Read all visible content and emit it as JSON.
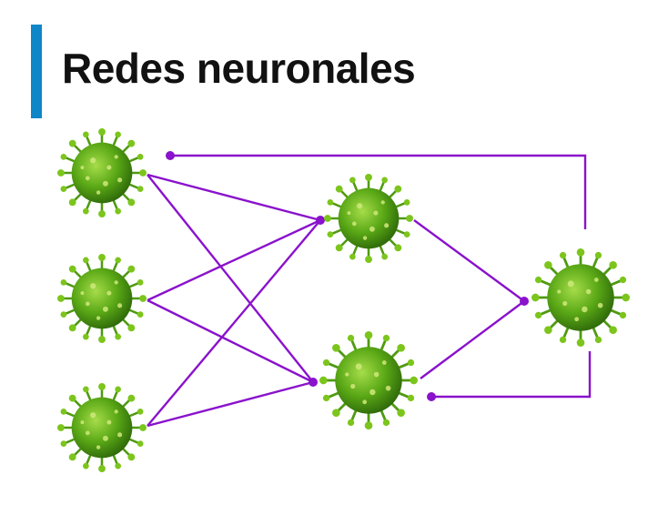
{
  "slide": {
    "title": "Redes neuronales",
    "accent_color": "#0e86c8"
  },
  "diagram": {
    "connection_color": "#8a12cc",
    "virus_color": "#4f9a12",
    "nodes": [
      {
        "id": "input-1",
        "icon": "virus-icon"
      },
      {
        "id": "input-2",
        "icon": "virus-icon"
      },
      {
        "id": "input-3",
        "icon": "virus-icon"
      },
      {
        "id": "hidden-1",
        "icon": "virus-icon"
      },
      {
        "id": "hidden-2",
        "icon": "virus-icon"
      },
      {
        "id": "output",
        "icon": "virus-icon"
      }
    ],
    "edges": [
      {
        "from": "input-1",
        "to": "hidden-1"
      },
      {
        "from": "input-1",
        "to": "hidden-2"
      },
      {
        "from": "input-2",
        "to": "hidden-1"
      },
      {
        "from": "input-2",
        "to": "hidden-2"
      },
      {
        "from": "input-3",
        "to": "hidden-1"
      },
      {
        "from": "input-3",
        "to": "hidden-2"
      },
      {
        "from": "hidden-1",
        "to": "output"
      },
      {
        "from": "hidden-2",
        "to": "output"
      },
      {
        "from": "output",
        "to": "input-1",
        "kind": "feedback"
      },
      {
        "from": "output",
        "to": "hidden-2",
        "kind": "feedback"
      }
    ]
  }
}
